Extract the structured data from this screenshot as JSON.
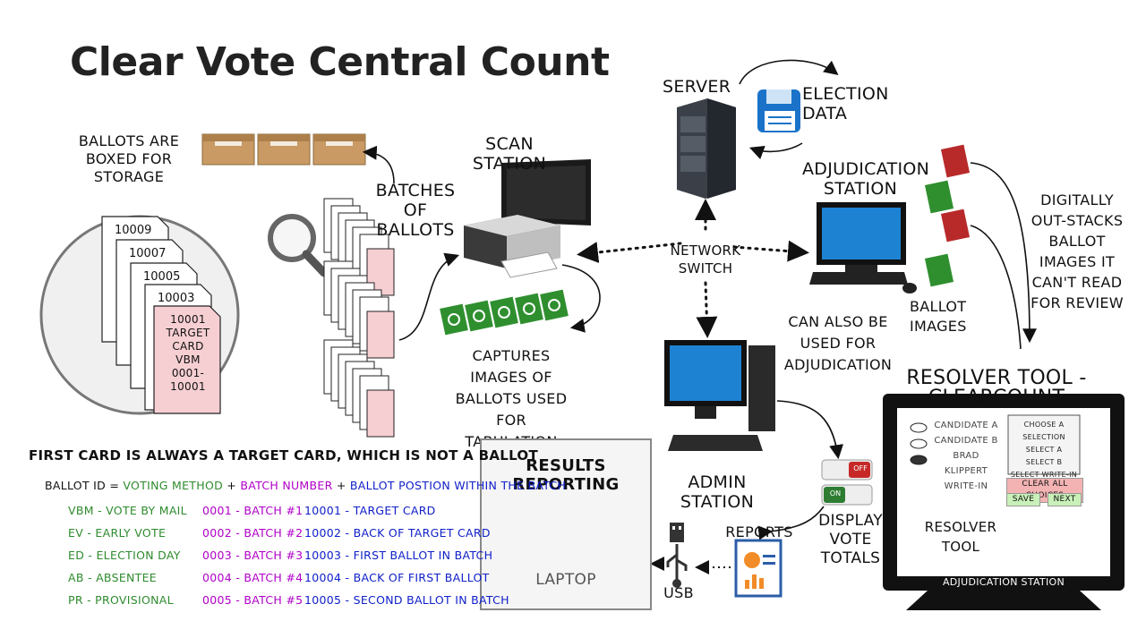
{
  "title": "Clear Vote Central Count",
  "labels": {
    "ballots_boxed": "Ballots are boxed for storage",
    "batches": "Batches of Ballots",
    "scan_station": "Scan Station",
    "server": "Server",
    "election_data": "Election Data",
    "adjudication_station": "Adjudication Station",
    "network_switch": "Network Switch",
    "captures": "Captures images of ballots used for tabulation",
    "also_adjudication": "Can also be used for adjudication",
    "ballot_images": "Ballot Images",
    "digitally": "Digitally out-stacks ballot images it can't read for review",
    "resolver_header": "Resolver Tool - ClearCount",
    "admin_station": "Admin Station",
    "results_reporting": "Results Reporting",
    "laptop": "Laptop",
    "reports": "Reports",
    "usb": "USB",
    "display_vote_totals": "Display Vote Totals",
    "first_card": "First card is always a target card, which is not a ballot"
  },
  "stack_cards": [
    "10009",
    "10007",
    "10005",
    "10003"
  ],
  "front_card": [
    "10001",
    "Target",
    "Card",
    "VBM",
    "0001-",
    "10001"
  ],
  "toggle": {
    "off": "OFF",
    "on": "ON"
  },
  "resolver": {
    "candidates": [
      "Candidate A",
      "Candidate B",
      "Brad Klippert",
      "Write-In"
    ],
    "options_title": "Choose a selection",
    "options": [
      "Select A",
      "Select B",
      "Select Write-In"
    ],
    "clear_all": "Clear All Choices",
    "save": "Save",
    "next": "Next",
    "tool_label": "Resolver Tool",
    "base_label": "Adjudication Station"
  },
  "legend": {
    "formula": {
      "ballot_id": "Ballot ID",
      "eq": "=",
      "voting_method": "Voting Method",
      "plus1": "+",
      "batch_number": "Batch Number",
      "plus2": "+",
      "ballot_position": "Ballot Postion within the Batch"
    },
    "methods": [
      "VBM - Vote By Mail",
      "EV - Early Vote",
      "ED - Election Day",
      "AB - Absentee",
      "PR - Provisional"
    ],
    "batches": [
      "0001 - Batch #1",
      "0002 - Batch #2",
      "0003 - Batch #3",
      "0004 - Batch #4",
      "0005 - Batch #5"
    ],
    "positions": [
      "10001 - Target Card",
      "10002 - Back of Target Card",
      "10003 - First Ballot in Batch",
      "10004 - Back of First Ballot",
      "10005 - Second Ballot in Batch"
    ],
    "colors": {
      "method": "#2e8b2e",
      "batch": "#b000c8",
      "position": "#1020c8"
    }
  }
}
